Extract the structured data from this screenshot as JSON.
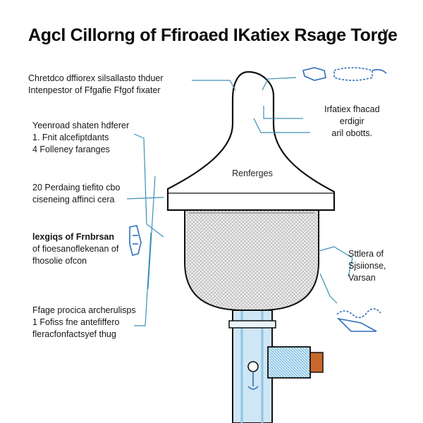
{
  "title": "Agcl Cillorng of Ffiroaed IKatiex Rsage Torge",
  "title_mark": "v",
  "hood_label": "Renferges",
  "labels": {
    "top_left": [
      "Chretdco dffiorex silsallasto thduer",
      "Intenpestor of Ffgafie Ffgof fixater"
    ],
    "left_1": [
      "Yeenroad shaten hdferer",
      "1. Fnit alcefiptdants",
      "4 Folleney faranges"
    ],
    "left_2": [
      "20 Perdaing tiefito cbo",
      "ciseneing affinci cera"
    ],
    "left_3": [
      "lexgiqs of Frnbrsan",
      "of fioesanoflekenan of",
      "fhosolie ofcon"
    ],
    "left_4": [
      "Ffage procica archerulisps",
      "1 Fofiss fne antefiffero",
      "fleracfonfactsyef thug"
    ],
    "right_top": [
      "Irfatiex fhacad",
      "erdigir",
      "aril obotts."
    ],
    "right_mid": [
      "Sttlera of",
      "Sjsiionse,",
      "Varsan"
    ]
  },
  "colors": {
    "outline": "#111111",
    "leader": "#3b8fb8",
    "accent_blue": "#2f6fb8",
    "mesh": "#bdbdbd",
    "pipe": "#cfe6f5",
    "valve_orange": "#c8682a"
  }
}
